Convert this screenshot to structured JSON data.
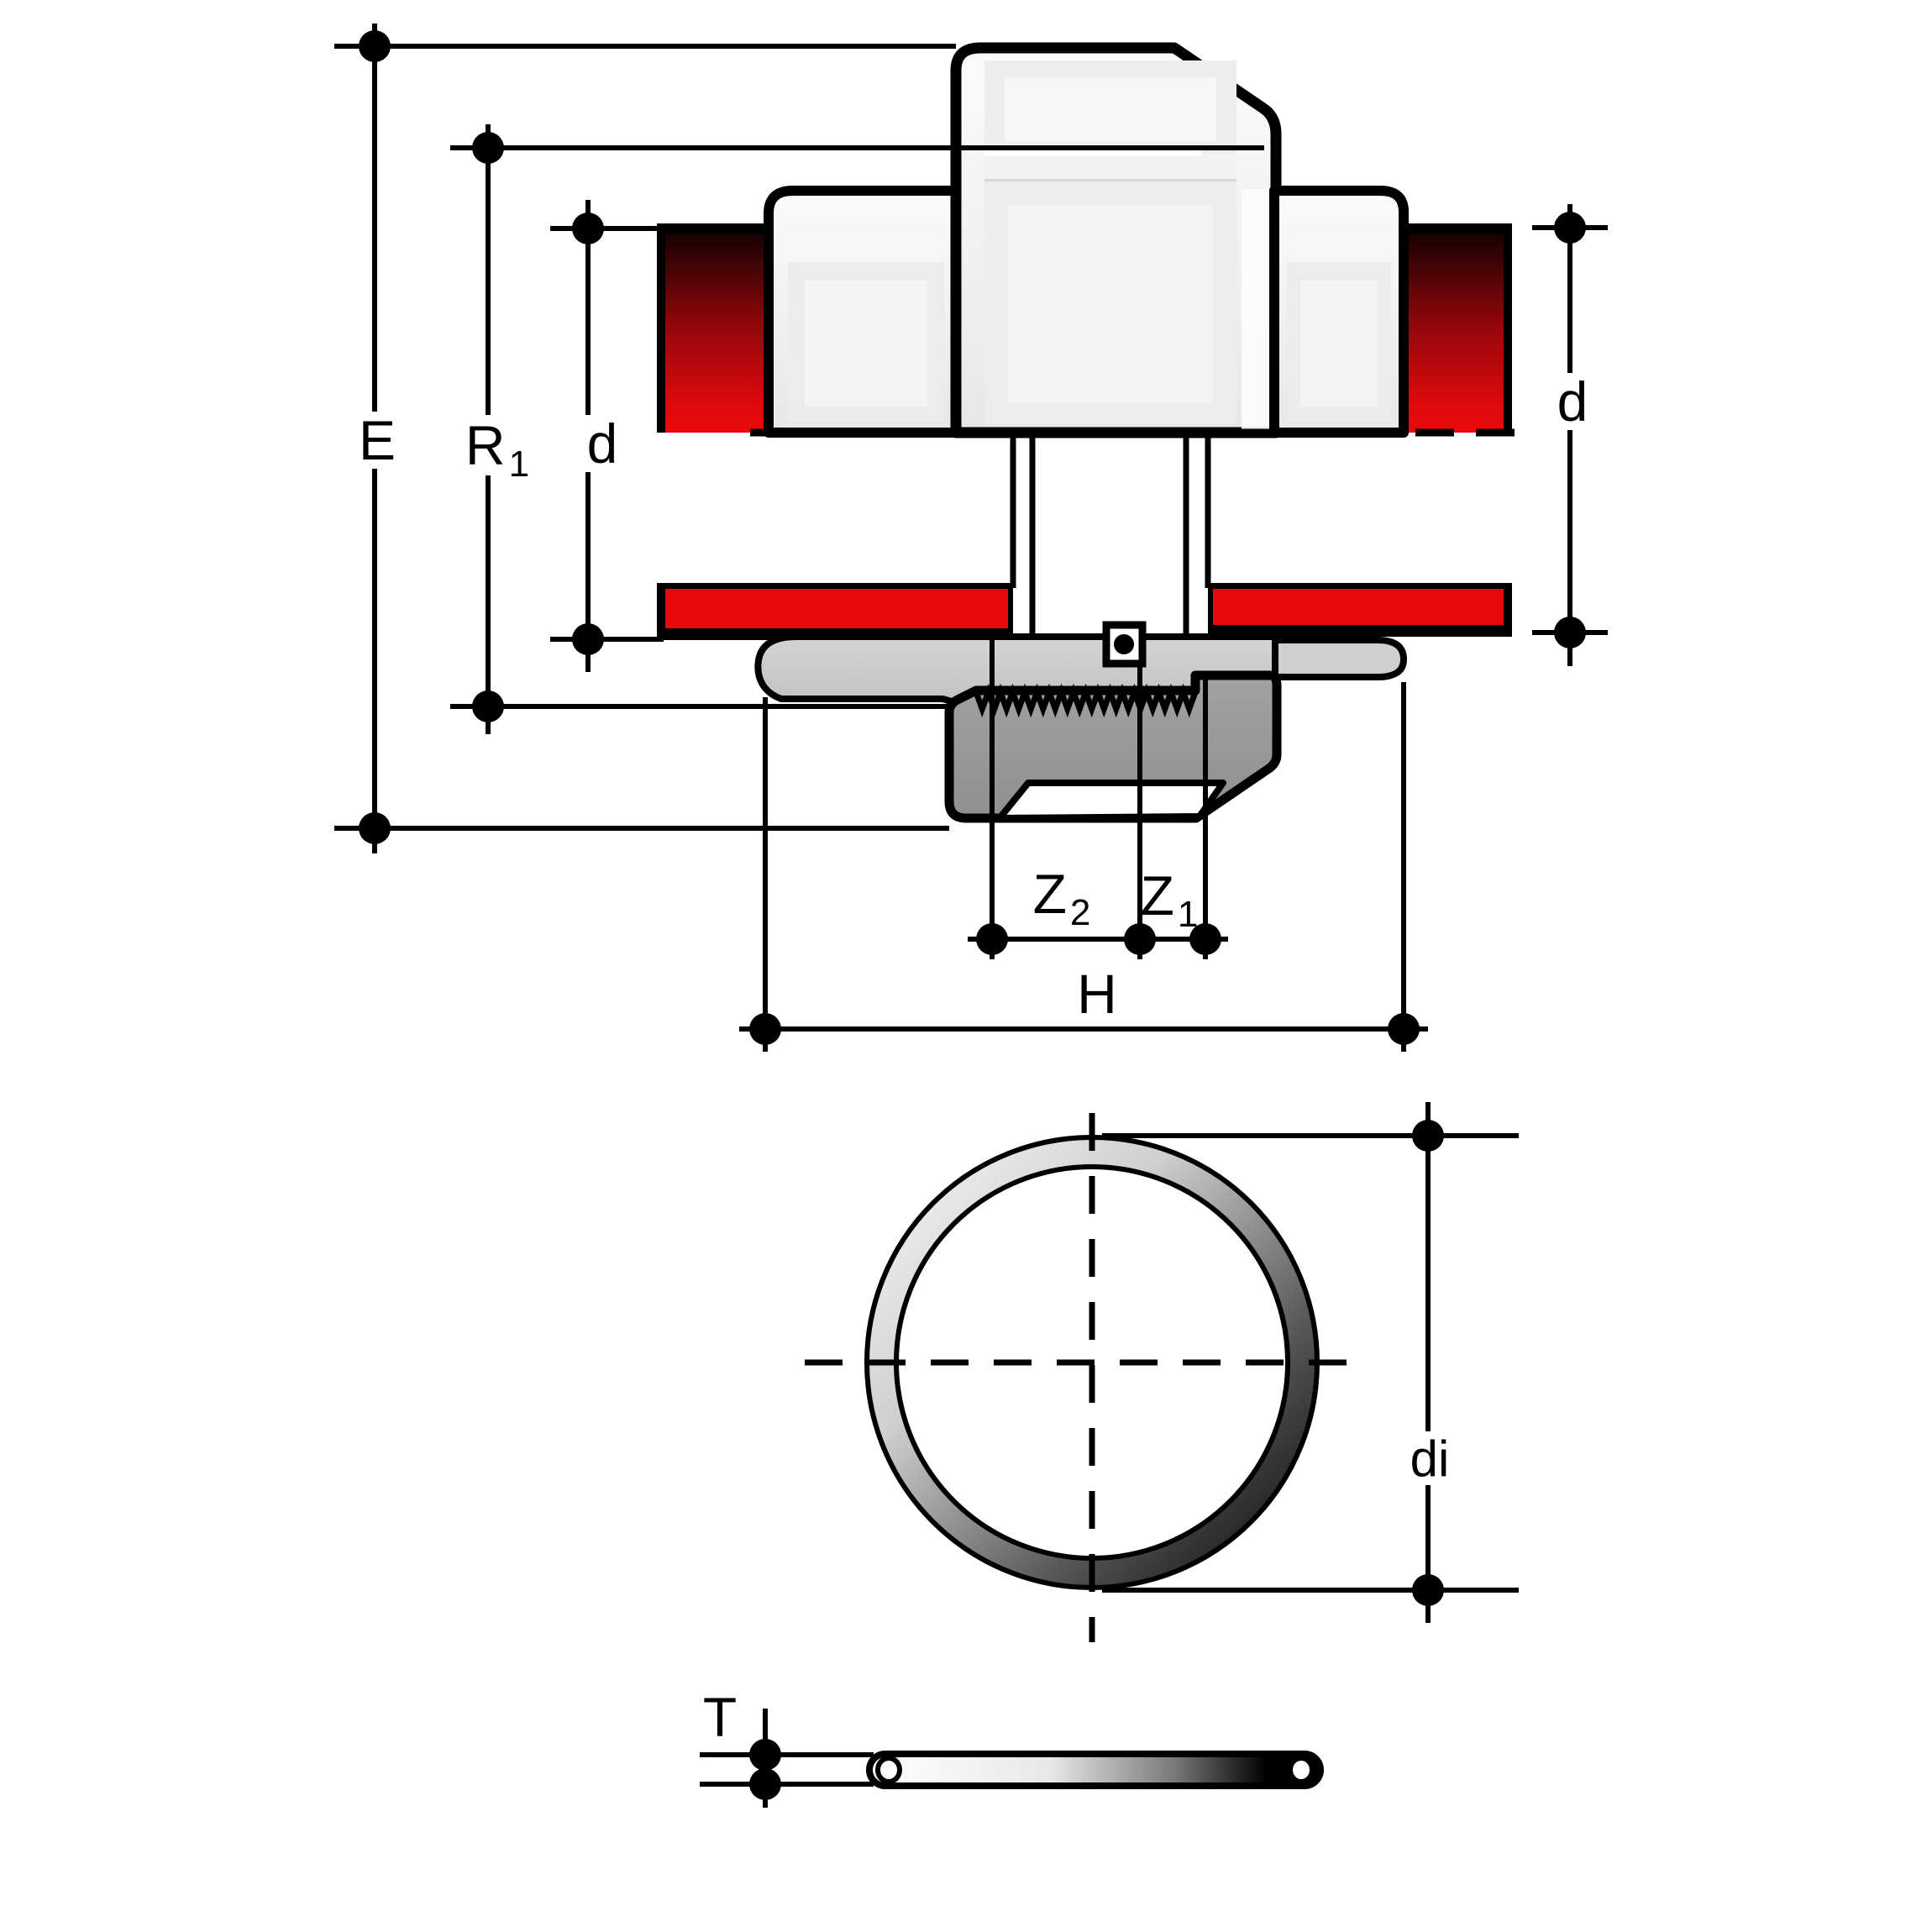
{
  "drawing": {
    "labels": {
      "E": {
        "text": "E"
      },
      "R1": {
        "main": "R",
        "sub": "1"
      },
      "d_left": {
        "text": "d"
      },
      "d_right": {
        "text": "d"
      },
      "Z2": {
        "main": "Z",
        "sub": "2"
      },
      "Z1": {
        "main": "Z",
        "sub": "1"
      },
      "H": {
        "text": "H"
      },
      "di": {
        "text": "di"
      },
      "T": {
        "text": "T"
      }
    },
    "colors": {
      "pipe_red": "#e8090c",
      "pipe_red_dark": "#180203",
      "body_white": "#f2f2f2",
      "collar_gray": "#c9c9c9",
      "nut_gray": "#9b9b9b",
      "outline": "#000000"
    }
  }
}
